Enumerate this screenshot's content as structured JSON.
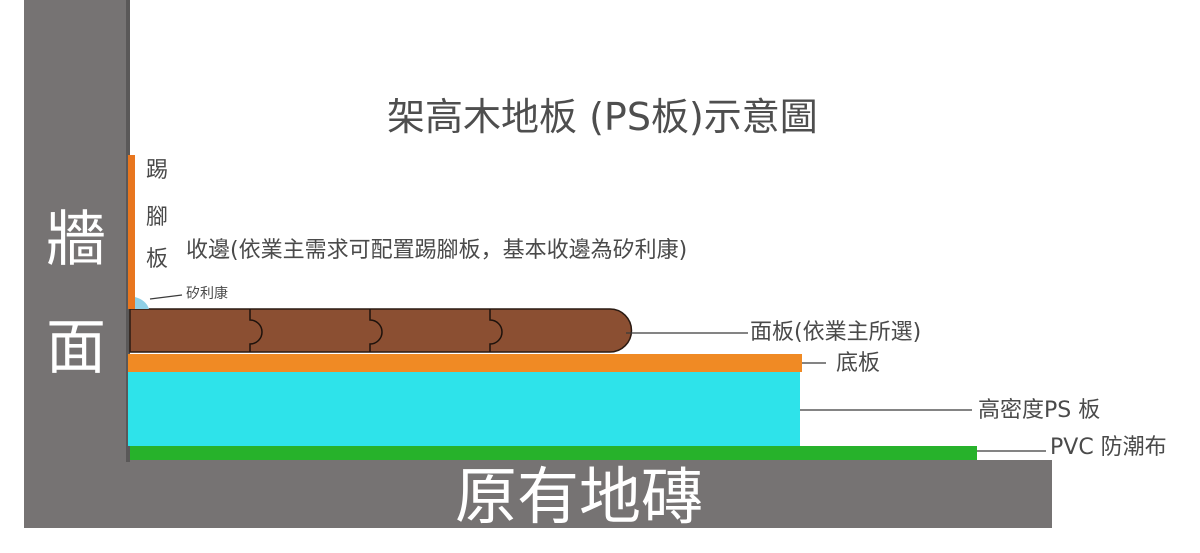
{
  "title": "架高木地板 (PS板)示意圖",
  "wall": {
    "label_top": "牆",
    "label_bottom": "面"
  },
  "ground": {
    "label": "原有地磚"
  },
  "skirting": {
    "chars": [
      "踢",
      "腳",
      "板"
    ]
  },
  "edge_note": "收邊(依業主需求可配置踢腳板，基本收邊為矽利康)",
  "silicone_label": "矽利康",
  "layers": {
    "face_panel": "面板(依業主所選)",
    "base_board": "底板",
    "ps_board": "高密度PS 板",
    "pvc_film": "PVC 防潮布"
  },
  "colors": {
    "wall": "#767373",
    "skirting": "#e8761f",
    "face_panel": "#8b4f32",
    "base_board": "#f08a24",
    "ps_board": "#2ee3ea",
    "pvc_film": "#27b22b",
    "silicone": "#8fd0e6",
    "line": "#3a3a3a"
  }
}
